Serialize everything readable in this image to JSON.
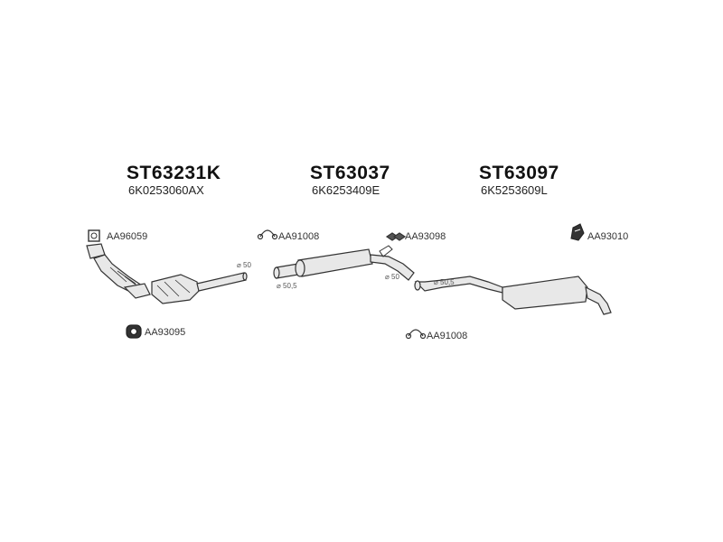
{
  "assemblies": [
    {
      "code": "ST63231K",
      "oem": "6K0253060AX"
    },
    {
      "code": "ST63037",
      "oem": "6K6253409E"
    },
    {
      "code": "ST63097",
      "oem": "6K5253609L"
    }
  ],
  "parts": {
    "gasket_front": "AA96059",
    "clamp_1": "AA91008",
    "hanger_1": "AA93098",
    "mount_rear": "AA93010",
    "mount_front": "AA93095",
    "clamp_2": "AA91008"
  },
  "dimensions": {
    "d1": "⌀ 50",
    "d2": "⌀ 50,5",
    "d3": "⌀ 50",
    "d4": "⌀ 50,5"
  },
  "colors": {
    "pipe_fill": "#e8e8e8",
    "pipe_stroke": "#333333"
  }
}
